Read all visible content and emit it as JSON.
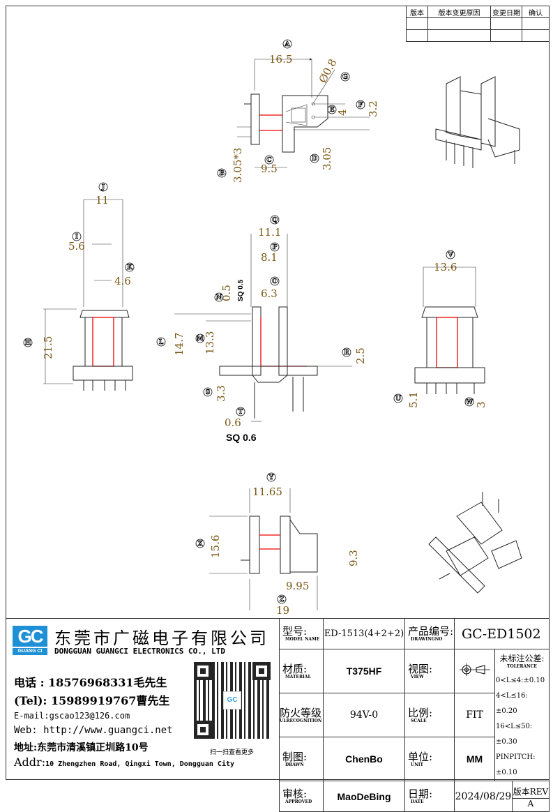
{
  "revision_table": {
    "headers": [
      "版本",
      "版本变更原因",
      "变更日期",
      "确认"
    ],
    "rows": [
      [
        "",
        "",
        "",
        ""
      ],
      [
        "",
        "",
        "",
        ""
      ]
    ]
  },
  "dimensions": {
    "A": "16.5",
    "G": "Ø0.8",
    "E": "4",
    "F": "3.2",
    "B": "3.05*3",
    "C": "9.5",
    "D": "3.05",
    "J": "11",
    "I": "5.6",
    "K": "4.6",
    "H": "21.5",
    "Q": "11.1",
    "P": "8.1",
    "O": "6.3",
    "N": "0.5",
    "N_sq": "SQ 0.5",
    "L": "14.7",
    "M": "13.3",
    "R": "2.5",
    "S": "3.3",
    "T": "0.6",
    "T_sq": "SQ 0.6",
    "V": "13.6",
    "U": "5.1",
    "W": "3",
    "Y": "11.65",
    "X": "15.6",
    "h93": "9.3",
    "w995": "9.95",
    "Z": "19"
  },
  "company": {
    "logo_text": "GC",
    "logo_sub": "GUANG CI",
    "name_cn": "东莞市广磁电子有限公司",
    "name_en": "DONGGUAN GUANGCI ELECTRONICS CO., LTD",
    "tel1": "电话 : 18576968331毛先生",
    "tel2": "(Tel): 15989919767曹先生",
    "email": "E-mail:gscao123@126.com",
    "web": "Web: http://www.guangci.net",
    "addr_cn": "地址:东莞市清溪镇正圳路10号",
    "addr_label": "Addr:",
    "addr_en": "10 Zhengzhen Road, Qingxi Town, Dongguan City",
    "qr_caption": "扫一扫查看更多"
  },
  "title_block": {
    "model_label": "型号:",
    "model_label_en": "MODEL NAME",
    "model": "ED-1513(4+2+2)",
    "drawing_label": "产品编号:",
    "drawing_label_en": "DRAWINGNO",
    "drawing_no": "GC-ED1502",
    "material_label": "材质:",
    "material_label_en": "MATERIAL",
    "material": "T375HF",
    "view_label": "视图:",
    "view_label_en": "VIEW",
    "tolerance_label": "未标注公差:",
    "tolerance_label_en": "TOLERANCE",
    "tolerances": [
      "0<L≤4:±0.10",
      "4<L≤16:±0.20",
      "16<L≤50:±0.30",
      "PINPITCH:±0.10"
    ],
    "ul_label": "防火等级",
    "ul_label_en": "ULRECOGNITION",
    "ul": "94V-0",
    "scale_label": "比例:",
    "scale_label_en": "SCALE",
    "scale": "FIT",
    "drawn_label": "制图:",
    "drawn_label_en": "DRAWN",
    "drawn": "ChenBo",
    "unit_label": "单位:",
    "unit_label_en": "UNIT",
    "unit": "MM",
    "approved_label": "审核:",
    "approved_label_en": "APPROVED",
    "approved": "MaoDeBing",
    "date_label": "日期:",
    "date_label_en": "DATE",
    "date": "2024/08/29",
    "rev_label": "版本REV",
    "rev": "A"
  }
}
